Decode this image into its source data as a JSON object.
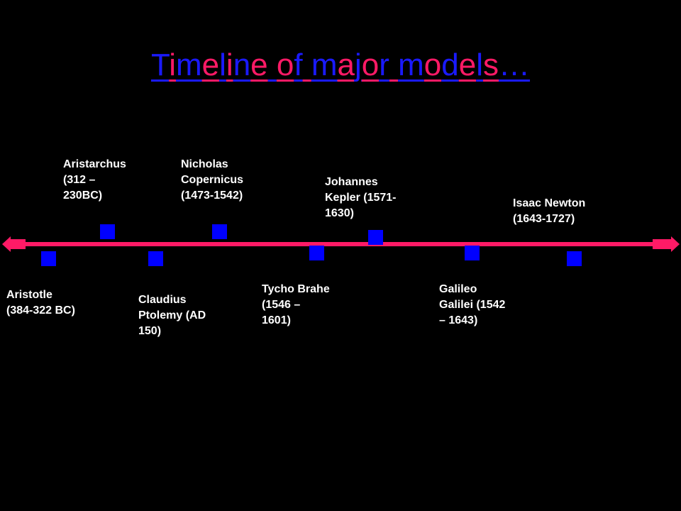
{
  "title": {
    "text": "Timeline of major models…",
    "colors": [
      "#1a1aff",
      "#ff1a66"
    ]
  },
  "colors": {
    "background": "#000000",
    "axis": "#ff1a66",
    "marker": "#0000ff",
    "label": "#ffffff"
  },
  "events": [
    {
      "label": "Aristotle\n(384-322 BC)"
    },
    {
      "label": "Aristarchus\n(312 –\n230BC)"
    },
    {
      "label": "Claudius\nPtolemy (AD\n150)"
    },
    {
      "label": "Nicholas\nCopernicus\n(1473-1542)"
    },
    {
      "label": "Tycho Brahe\n(1546 –\n1601)"
    },
    {
      "label": "Johannes\nKepler (1571-\n1630)"
    },
    {
      "label": "Galileo\nGalilei (1542\n– 1643)"
    },
    {
      "label": "Isaac Newton\n(1643-1727)"
    }
  ]
}
